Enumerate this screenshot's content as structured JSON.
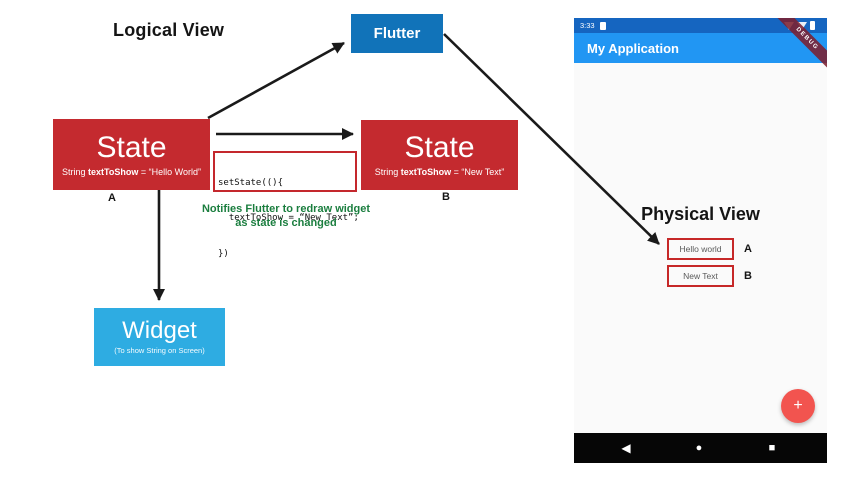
{
  "colors": {
    "state_red": "#C42A2F",
    "flutter_blue": "#1173B9",
    "widget_blue": "#2EACE2",
    "appbar_blue": "#2196F3",
    "statusbar_blue": "#1565C0",
    "fab_red": "#F2544F",
    "note_green": "#1B7E3F",
    "physical_border_red": "#C62828",
    "debug_banner_maroon": "#7C2030"
  },
  "logical": {
    "title": "Logical View",
    "flutter_label": "Flutter",
    "state_a": {
      "title": "State",
      "sub_pre": "String ",
      "sub_var": "textToShow",
      "sub_post": " = “Hello World”",
      "label": "A"
    },
    "state_b": {
      "title": "State",
      "sub_pre": "String ",
      "sub_var": "textToShow",
      "sub_post": " = “New Text”",
      "label": "B"
    },
    "code_box": {
      "lines": [
        "setState((){",
        "  textToShow = “New Text”;",
        "})"
      ]
    },
    "note": {
      "line1": "Notifies Flutter to redraw widget",
      "line2": "as state is changed"
    },
    "widget": {
      "title": "Widget",
      "subtitle": "(To show String on Screen)"
    }
  },
  "phone": {
    "status_bar": {
      "time": "3:33"
    },
    "app_bar": {
      "title": "My Application"
    },
    "debug_banner": "DEBUG",
    "physical": {
      "title": "Physical View",
      "items": [
        {
          "text": "Hello world",
          "label": "A"
        },
        {
          "text": "New Text",
          "label": "B"
        }
      ]
    },
    "fab_label": "+",
    "nav": {
      "back": "◀",
      "home": "●",
      "recent": "■"
    }
  }
}
